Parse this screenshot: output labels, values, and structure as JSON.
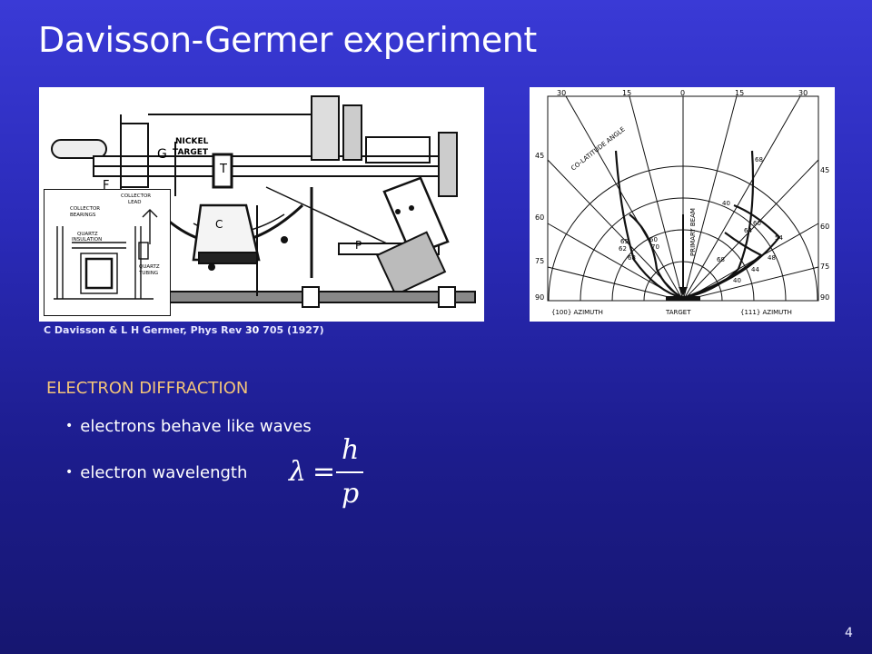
{
  "slide": {
    "title": "Davisson-Germer experiment",
    "page_number": "4"
  },
  "apparatus_figure": {
    "labels": {
      "nickel": "NICKEL",
      "target": "TARGET",
      "g": "G",
      "t": "T",
      "f": "F",
      "c": "C",
      "p": "P"
    },
    "inset_labels": {
      "collector": "COLLECTOR",
      "lead": "LEAD",
      "collector2": "COLLECTOR",
      "bearings": "BEARINGS",
      "quartz": "QUARTZ",
      "insulation": "INSULATION",
      "quartz2": "QUARTZ",
      "tubing": "TUBING"
    }
  },
  "polar_figure": {
    "top_ticks": [
      "30",
      "15",
      "0",
      "15",
      "30"
    ],
    "left_ticks": [
      "45",
      "60",
      "75",
      "90"
    ],
    "right_ticks": [
      "45",
      "60",
      "75",
      "90"
    ],
    "arc_label": "CO-LATITUDE ANGLE",
    "beam_label": "PRIMARY BEAM",
    "curve_labels_left": [
      "65",
      "62",
      "68",
      "60",
      "70"
    ],
    "curve_labels_right": [
      "68",
      "40",
      "60",
      "64",
      "54",
      "48",
      "44",
      "40",
      "68"
    ],
    "bottom_left": "{100} AZIMUTH",
    "bottom_center": "TARGET",
    "bottom_right": "{111} AZIMUTH"
  },
  "citation": {
    "prefix": "C Davisson & L H Germer, Phys Rev ",
    "volume": "30",
    "suffix": " 705 (1927)"
  },
  "content": {
    "heading": "ELECTRON DIFFRACTION",
    "bullets": [
      "electrons behave like waves",
      "electron wavelength"
    ],
    "formula": {
      "lhs": "λ",
      "eq": "=",
      "numerator": "h",
      "denominator": "p"
    }
  }
}
